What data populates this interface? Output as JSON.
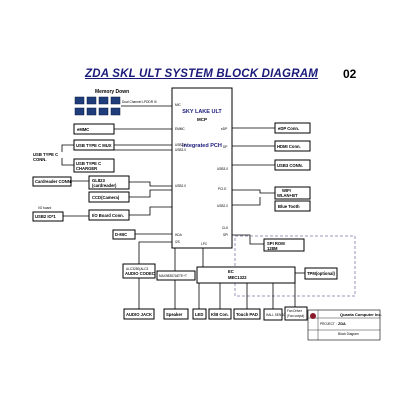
{
  "title": "ZDA SKL ULT SYSTEM BLOCK DIAGRAM",
  "page_number": "02",
  "cpu": {
    "name": "SKY LAKE ULT",
    "subtitle": "MCP",
    "pch": "Integrated  PCH"
  },
  "memory": {
    "label": "Memory Down",
    "bus": "Dual Channel LPDDR III"
  },
  "left_blocks": {
    "emmc": "eMMC",
    "usb_mux": "USB TYPE C MUX",
    "usb_charger_1": "USB TYPE C",
    "usb_charger_2": "CHARGER",
    "usb_conn_1": "USB TYPE C",
    "usb_conn_2": "CONN.",
    "cardreader_conn": "Cardreader CONN.",
    "gl823_1": "GL823",
    "gl823_2": "(cardreader)",
    "ccd": "CCD(Camera)",
    "io_board": "I/O board",
    "usb2": "USB2 IO*1",
    "io_board_conn": "I/O Board Conn.",
    "dmic": "D-MIC",
    "audio_codec_1": "ALC3250(ALC3",
    "audio_codec_2": "AUDIO CODEC",
    "audio_jack": "AUDIO JACK"
  },
  "right_blocks": {
    "edp": "eDP Conn.",
    "hdmi": "HDMI Conn.",
    "usb3": "USB3 CONN.",
    "wifi_1": "WIFI",
    "wifi_2": "WLAN+BT",
    "bluetooth": "Blue Tooth",
    "spi_1": "SPI ROM",
    "spi_2": "128M",
    "tpm": "TPM(optional)",
    "ec_1": "EC",
    "ec_2": "MEC1322"
  },
  "bottom_blocks": {
    "amp": "MAX98357AETE+T",
    "speaker": "Speaker",
    "led": "LED",
    "kb": "K/B Con.",
    "touchpad": "Touch PAD",
    "hall": "HALL SENSOR",
    "fan_1": "Fan Driver",
    "fan_2": "(Fan output)"
  },
  "cpu_pins": {
    "mic": "MIC",
    "emmc": "EMMC",
    "usb2": "USB2.0",
    "usb3_left": "USB3.0",
    "usb2_b": "USB2.0",
    "edp": "eDP",
    "dp": "DP",
    "usb3_right": "USB3.0",
    "pcie": "PCI-E",
    "usb2_right": "USB2.0",
    "clk": "CLK",
    "spi": "SPI",
    "hda": "HDA",
    "lpc": "LPC",
    "i2s": "I2S",
    "i2c": "I2C"
  },
  "titleblock": {
    "company": "Quanta Computer Inc.",
    "project_label": "PROJECT :",
    "project": "ZDA",
    "sheet": "Block Diagram"
  }
}
